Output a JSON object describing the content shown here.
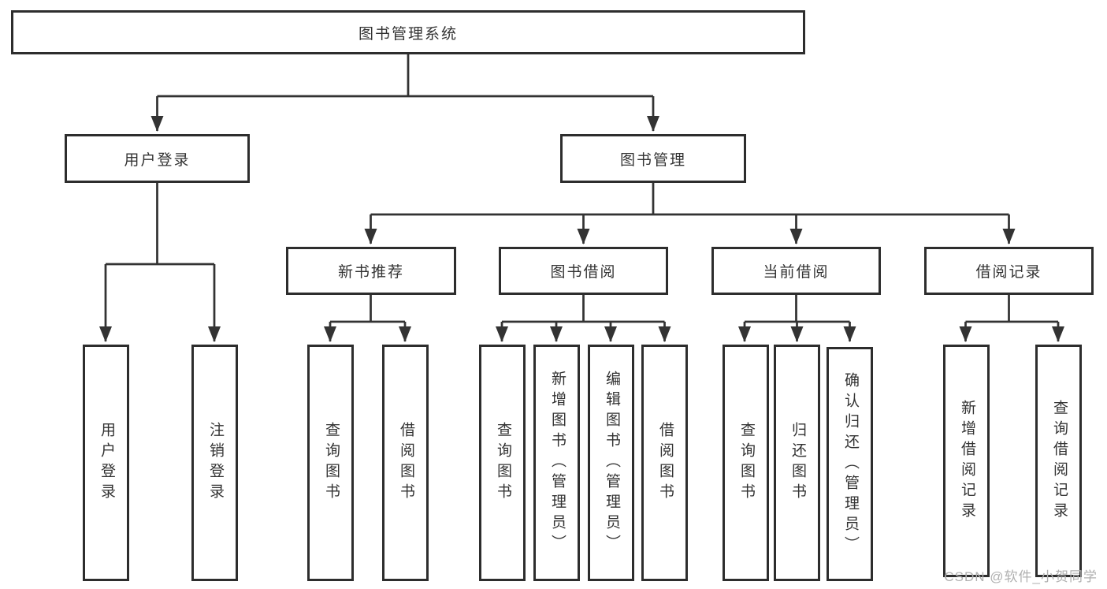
{
  "tree": {
    "label": "图书管理系统",
    "children": [
      {
        "label": "用户登录",
        "children": [
          {
            "label": "用户登录"
          },
          {
            "label": "注销登录"
          }
        ]
      },
      {
        "label": "图书管理",
        "children": [
          {
            "label": "新书推荐",
            "children": [
              {
                "label": "查询图书"
              },
              {
                "label": "借阅图书"
              }
            ]
          },
          {
            "label": "图书借阅",
            "children": [
              {
                "label": "查询图书"
              },
              {
                "label": "新增图书（管理员）"
              },
              {
                "label": "编辑图书（管理员）"
              },
              {
                "label": "借阅图书"
              }
            ]
          },
          {
            "label": "当前借阅",
            "children": [
              {
                "label": "查询图书"
              },
              {
                "label": "归还图书"
              },
              {
                "label": "确认归还（管理员）"
              }
            ]
          },
          {
            "label": "借阅记录",
            "children": [
              {
                "label": "新增借阅记录"
              },
              {
                "label": "查询借阅记录"
              }
            ]
          }
        ]
      }
    ]
  },
  "watermark": "CSDN @软件_小贺同学",
  "colors": {
    "background": "#ffffff",
    "box_border": "#2d2d2d",
    "box_fill": "#ffffff",
    "line": "#333333",
    "text": "#333333",
    "watermark": "#b0b0b0"
  }
}
